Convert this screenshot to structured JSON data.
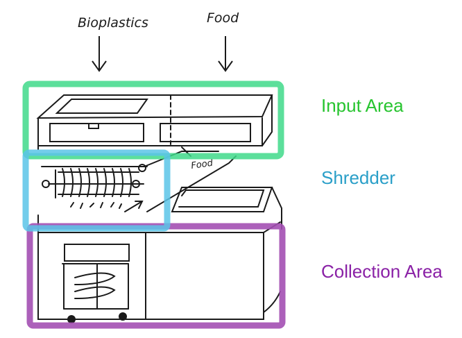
{
  "sketch": {
    "inputs": [
      "Bioplastics",
      "Food"
    ],
    "chute_label": "Food"
  },
  "regions": [
    {
      "id": "input",
      "label": "Input Area",
      "color": "#3fd98a"
    },
    {
      "id": "shredder",
      "label": "Shredder",
      "color": "#5bc4e8"
    },
    {
      "id": "collection",
      "label": "Collection Area",
      "color": "#a34fb3"
    }
  ],
  "label_colors": {
    "input": "#27c42f",
    "shredder": "#2a9fc8",
    "collection": "#8a21a6"
  }
}
